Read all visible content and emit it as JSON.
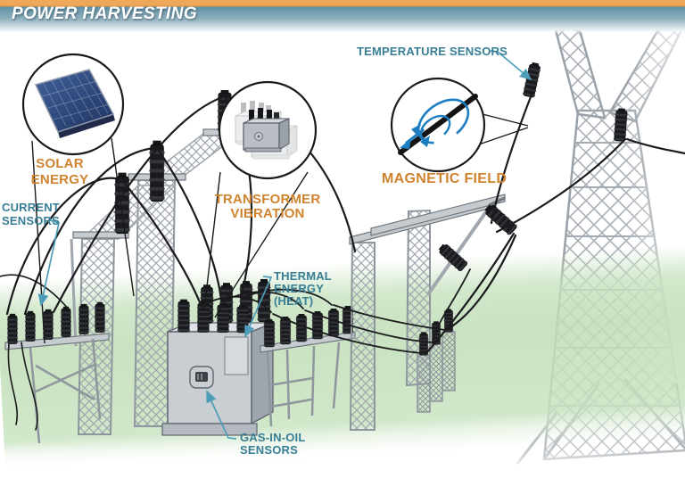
{
  "header": {
    "title": "POWER HARVESTING"
  },
  "labels": {
    "solar_energy": "SOLAR\nENERGY",
    "current_sensors": "CURRENT\nSENSORS",
    "transformer_vibration": "TRANSFORMER\nVIBRATION",
    "thermal_energy": "THERMAL\nENERGY\n(HEAT)",
    "magnetic_field": "MAGNETIC FIELD",
    "temperature_sensors": "TEMPERATURE SENSORS",
    "gas_in_oil": "GAS-IN-OIL\nSENSORS"
  },
  "icons": {
    "solar_panel": "solar-panel-icon",
    "transformer_vibration": "vibrating-transformer-icon",
    "magnetic_field": "magnetic-field-loops-icon"
  },
  "colors": {
    "banner_orange": "#EFA85A",
    "banner_teal": "#5E8FA3",
    "label_orange": "#D0832F",
    "label_teal": "#377E95",
    "leader_teal": "#4D9DB8",
    "ground_green": "#C2DFBA",
    "magnetic_blue": "#1C7EC0",
    "solar_panel_blue": "#2E4A7D",
    "structure_gray": "#A6ADB4",
    "wire_black": "#1B1B1D"
  }
}
